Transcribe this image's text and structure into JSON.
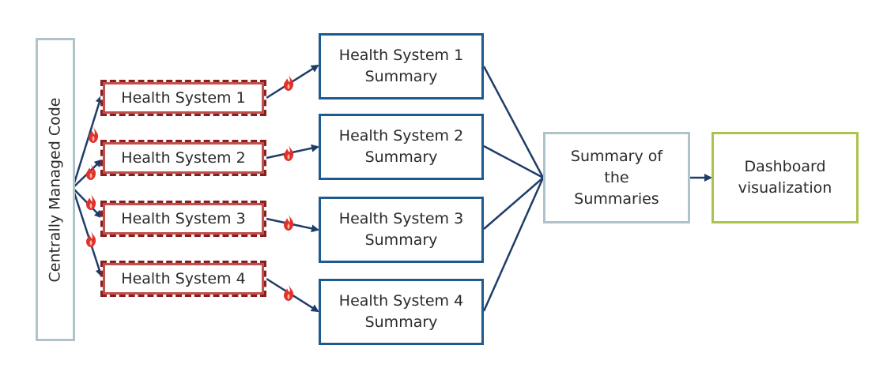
{
  "central": {
    "label": "Centrally Managed Code"
  },
  "health_systems": [
    {
      "label": "Health System 1"
    },
    {
      "label": "Health System 2"
    },
    {
      "label": "Health System 3"
    },
    {
      "label": "Health System 4"
    }
  ],
  "summaries": [
    {
      "label": "Health System 1\nSummary"
    },
    {
      "label": "Health System 2\nSummary"
    },
    {
      "label": "Health System 3\nSummary"
    },
    {
      "label": "Health System 4\nSummary"
    }
  ],
  "summary_of_summaries": {
    "label": "Summary of\nthe\nSummaries"
  },
  "dashboard": {
    "label": "Dashboard\nvisualization"
  },
  "colors": {
    "arrow": "#1f3d6b",
    "summary_border": "#1e5a8e",
    "central_border": "#aec4c8",
    "firewall_dark": "#8a1f1f",
    "firewall_red": "#c0504d",
    "dashboard_border": "#a9c44c",
    "flame": "#e0322b"
  },
  "icons": {
    "firewall": "flame-icon"
  }
}
